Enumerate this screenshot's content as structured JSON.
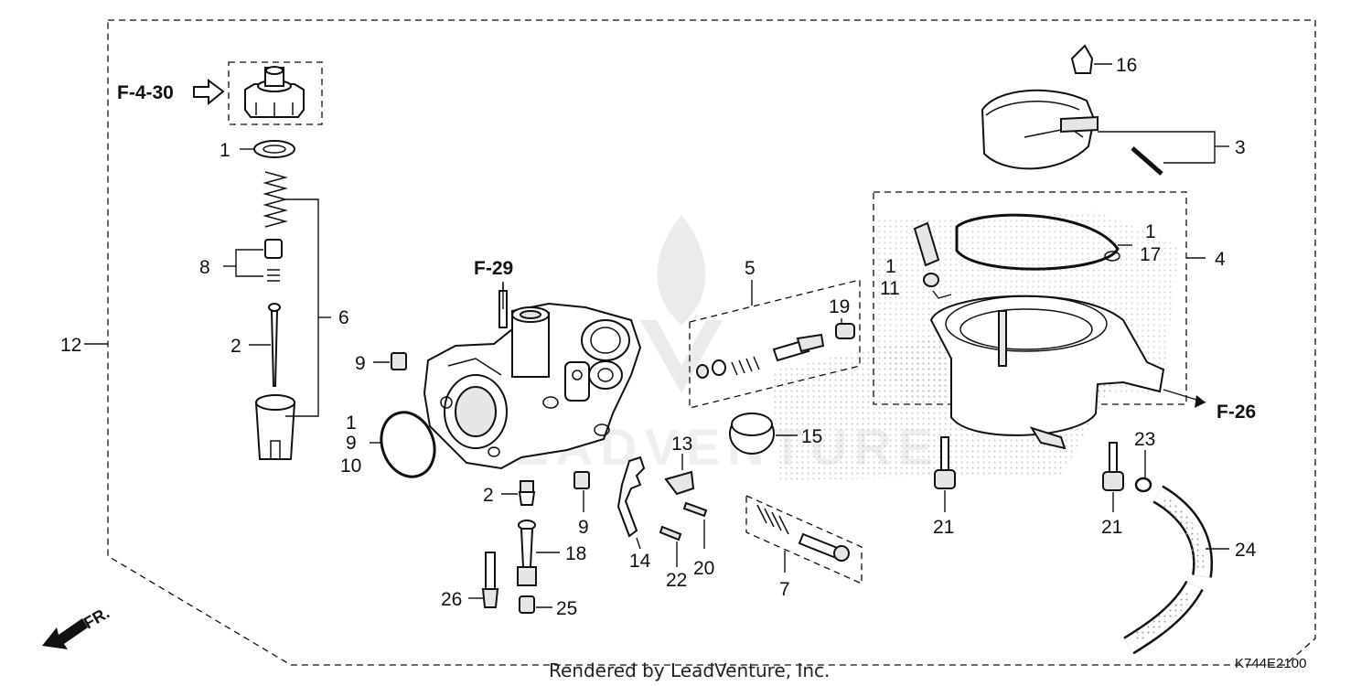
{
  "diagram": {
    "border_style": "dashed",
    "references": {
      "f430": "F-4-30",
      "f29": "F-29",
      "f26": "F-26"
    },
    "callouts": {
      "c1a": "1",
      "c2a": "2",
      "c6": "6",
      "c8": "8",
      "c12": "12",
      "c9a": "9",
      "c1b": "1",
      "c9b": "9",
      "c10": "10",
      "c2b": "2",
      "c9c": "9",
      "c18": "18",
      "c26": "26",
      "c25": "25",
      "c13": "13",
      "c14": "14",
      "c22": "22",
      "c20": "20",
      "c5": "5",
      "c19": "19",
      "c15": "15",
      "c7": "7",
      "c16": "16",
      "c3": "3",
      "c4": "4",
      "c1c": "1",
      "c17": "17",
      "c1d": "1",
      "c11": "11",
      "c21a": "21",
      "c21b": "21",
      "c23": "23",
      "c24": "24"
    },
    "front_label": "FR.",
    "footer": "Rendered by LeadVenture, Inc.",
    "diagram_code": "K744E2100",
    "watermark_color": "#d9d9d9"
  }
}
